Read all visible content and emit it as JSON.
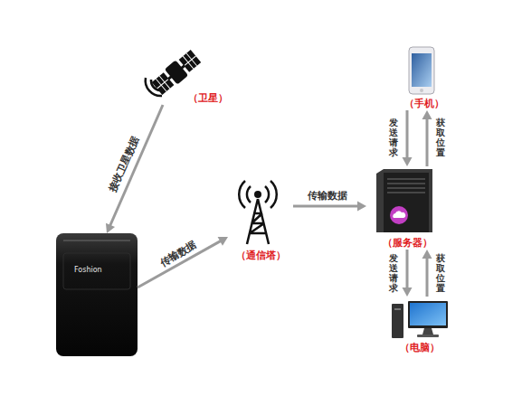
{
  "diagram": {
    "nodes": [
      {
        "text": [
          "（卫星）"
        ]
      },
      {
        "text": [
          "（手机）"
        ]
      },
      {
        "text": [
          "（通信塔）"
        ]
      },
      {
        "text": [
          "（服务器）"
        ]
      },
      {
        "text": [
          "Foshion"
        ]
      },
      {
        "text": [
          "（电脑）"
        ]
      }
    ],
    "edges": [
      {
        "from": 0,
        "to": 4,
        "label": "接收卫星数据",
        "arrow": "to"
      },
      {
        "from": 4,
        "to": 2,
        "label": "传输数据",
        "arrow": "to"
      },
      {
        "from": 2,
        "to": 3,
        "label": "传输数据",
        "arrow": "to"
      },
      {
        "from": 1,
        "to": 3,
        "label": "发送请求",
        "arrow": "to"
      },
      {
        "from": 3,
        "to": 1,
        "label": "获取位置",
        "arrow": "to"
      },
      {
        "from": 3,
        "to": 5,
        "label": "发送请求",
        "arrow": "to"
      },
      {
        "from": 5,
        "to": 3,
        "label": "获取位置",
        "arrow": "to"
      }
    ]
  }
}
